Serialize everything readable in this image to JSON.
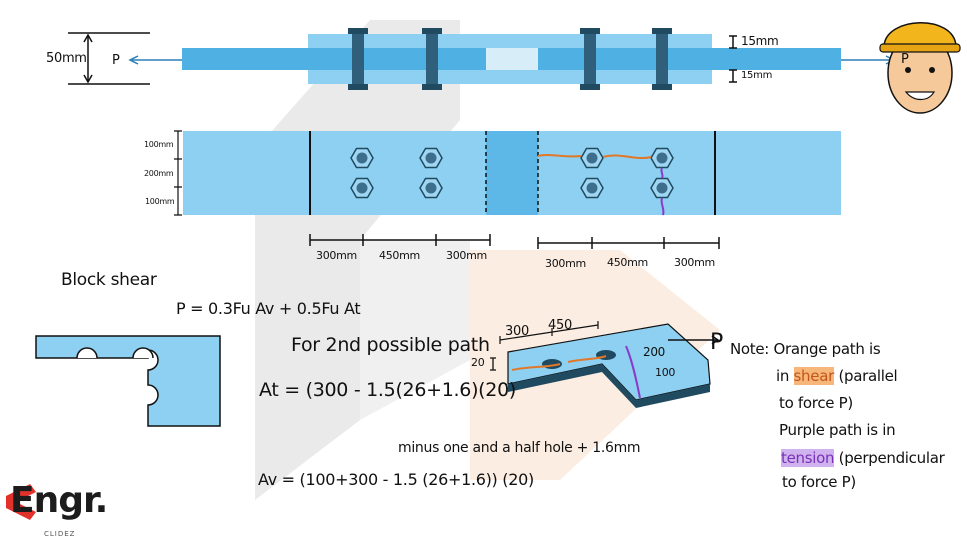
{
  "top_view": {
    "label_50mm": "50mm",
    "label_p_left": "P",
    "label_p_right": "P",
    "label_15mm_top": "15mm",
    "label_15mm_bottom": "15mm"
  },
  "plan_view": {
    "label_100mm_top": "100mm",
    "label_200mm": "200mm",
    "label_100mm_bottom": "100mm",
    "left_dims": [
      "300mm",
      "450mm",
      "300mm"
    ],
    "right_dims": [
      "300mm",
      "450mm",
      "300mm"
    ]
  },
  "notes": {
    "block_shear_title": "Block shear",
    "formula": "P = 0.3Fu Av + 0.5Fu At",
    "path_title": "For 2nd possible path",
    "at_equation": "At = (300 - 1.5(26+1.6)(20)",
    "av_annotation": "minus one and a half hole + 1.6mm",
    "av_equation": "Av = (100+300 - 1.5 (26+1.6)) (20)"
  },
  "iso_view": {
    "dim_300": "300",
    "dim_450": "450",
    "dim_20": "20",
    "dim_200": "200",
    "dim_100": "100",
    "label_p": "P"
  },
  "note_box": {
    "line1": "Note: Orange path is",
    "line2_prefix": "in",
    "line2_shear": "shear",
    "line2_suffix": "(parallel",
    "line3": "to force P)",
    "line4": "Purple path is in",
    "line5_tension": "tension",
    "line5_suffix": "(perpendicular",
    "line6": "to force P)"
  },
  "logo": {
    "main": "Engr.",
    "sub": "CLIDEZ"
  },
  "colors": {
    "plate_light": "#8dd0f1",
    "plate_mid": "#4fb0e3",
    "plate_dark": "#2d7fb8",
    "bolt": "#2f5f7a",
    "orange_path": "#e0782a",
    "purple_path": "#8a3ac7",
    "highlight_orange": "#f7b77a",
    "highlight_purple": "#cfb2ee",
    "watermark": "#dcdcdc",
    "logo_red": "#e0322b"
  }
}
